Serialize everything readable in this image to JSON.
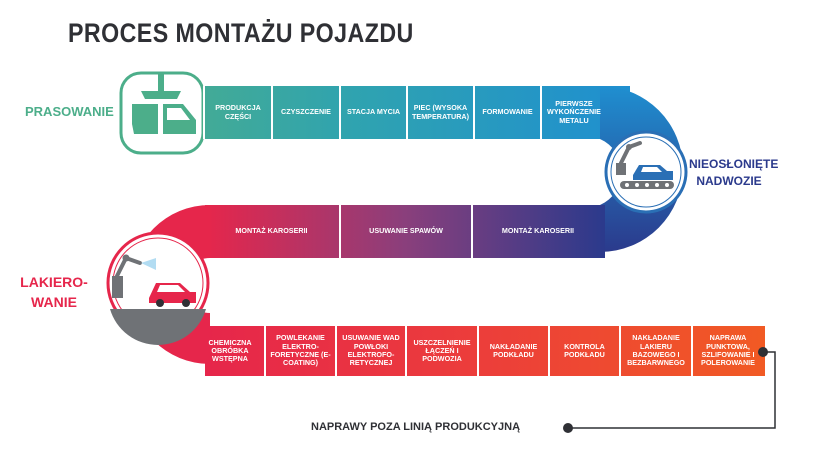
{
  "title": "PROCES MONTAŻU POJAZDU",
  "stages": {
    "press": "PRASOWANIE",
    "body_white": "NIEOSŁONIĘTE NADWOZIE",
    "paint": "LAKIERO-WANIE",
    "repairs": "NAPRAWY POZA LINIĄ PRODUKCYJNĄ"
  },
  "row1": [
    "PRODUKCJA CZĘŚCI",
    "CZYSZCZENIE",
    "STACJA MYCIA",
    "PIEC (WYSOKA TEMPERATURA)",
    "FORMOWANIE",
    "PIERWSZE WYKOŃCZENIE METALU"
  ],
  "row2": [
    "MONTAŻ KAROSERII",
    "USUWANIE SPAWÓW",
    "MONTAŻ KAROSERII"
  ],
  "row3": [
    "CHEMICZNA OBRÓBKA WSTĘPNA",
    "POWLEKANIE ELEKTRO-FORETYCZNE (E-COATING)",
    "USUWANIE WAD POWŁOKI ELEKTROFO-RETYCZNEJ",
    "USZCZELNIENIE ŁĄCZEŃ I PODWOZIA",
    "NAKŁADANIE PODKŁADU",
    "KONTROLA PODKŁADU",
    "NAKŁADANIE LAKIERU BAZOWEGO I BEZBARWNEGO",
    "NAPRAWA PUNKTOWA, SZLIFOWANIE I POLEROWANIE"
  ],
  "colors": {
    "green": "#4cae8a",
    "blue": "#2a6fb5",
    "navy": "#2b3a8c",
    "red": "#e6264b",
    "orange": "#f15a24",
    "dark": "#2f3035"
  }
}
